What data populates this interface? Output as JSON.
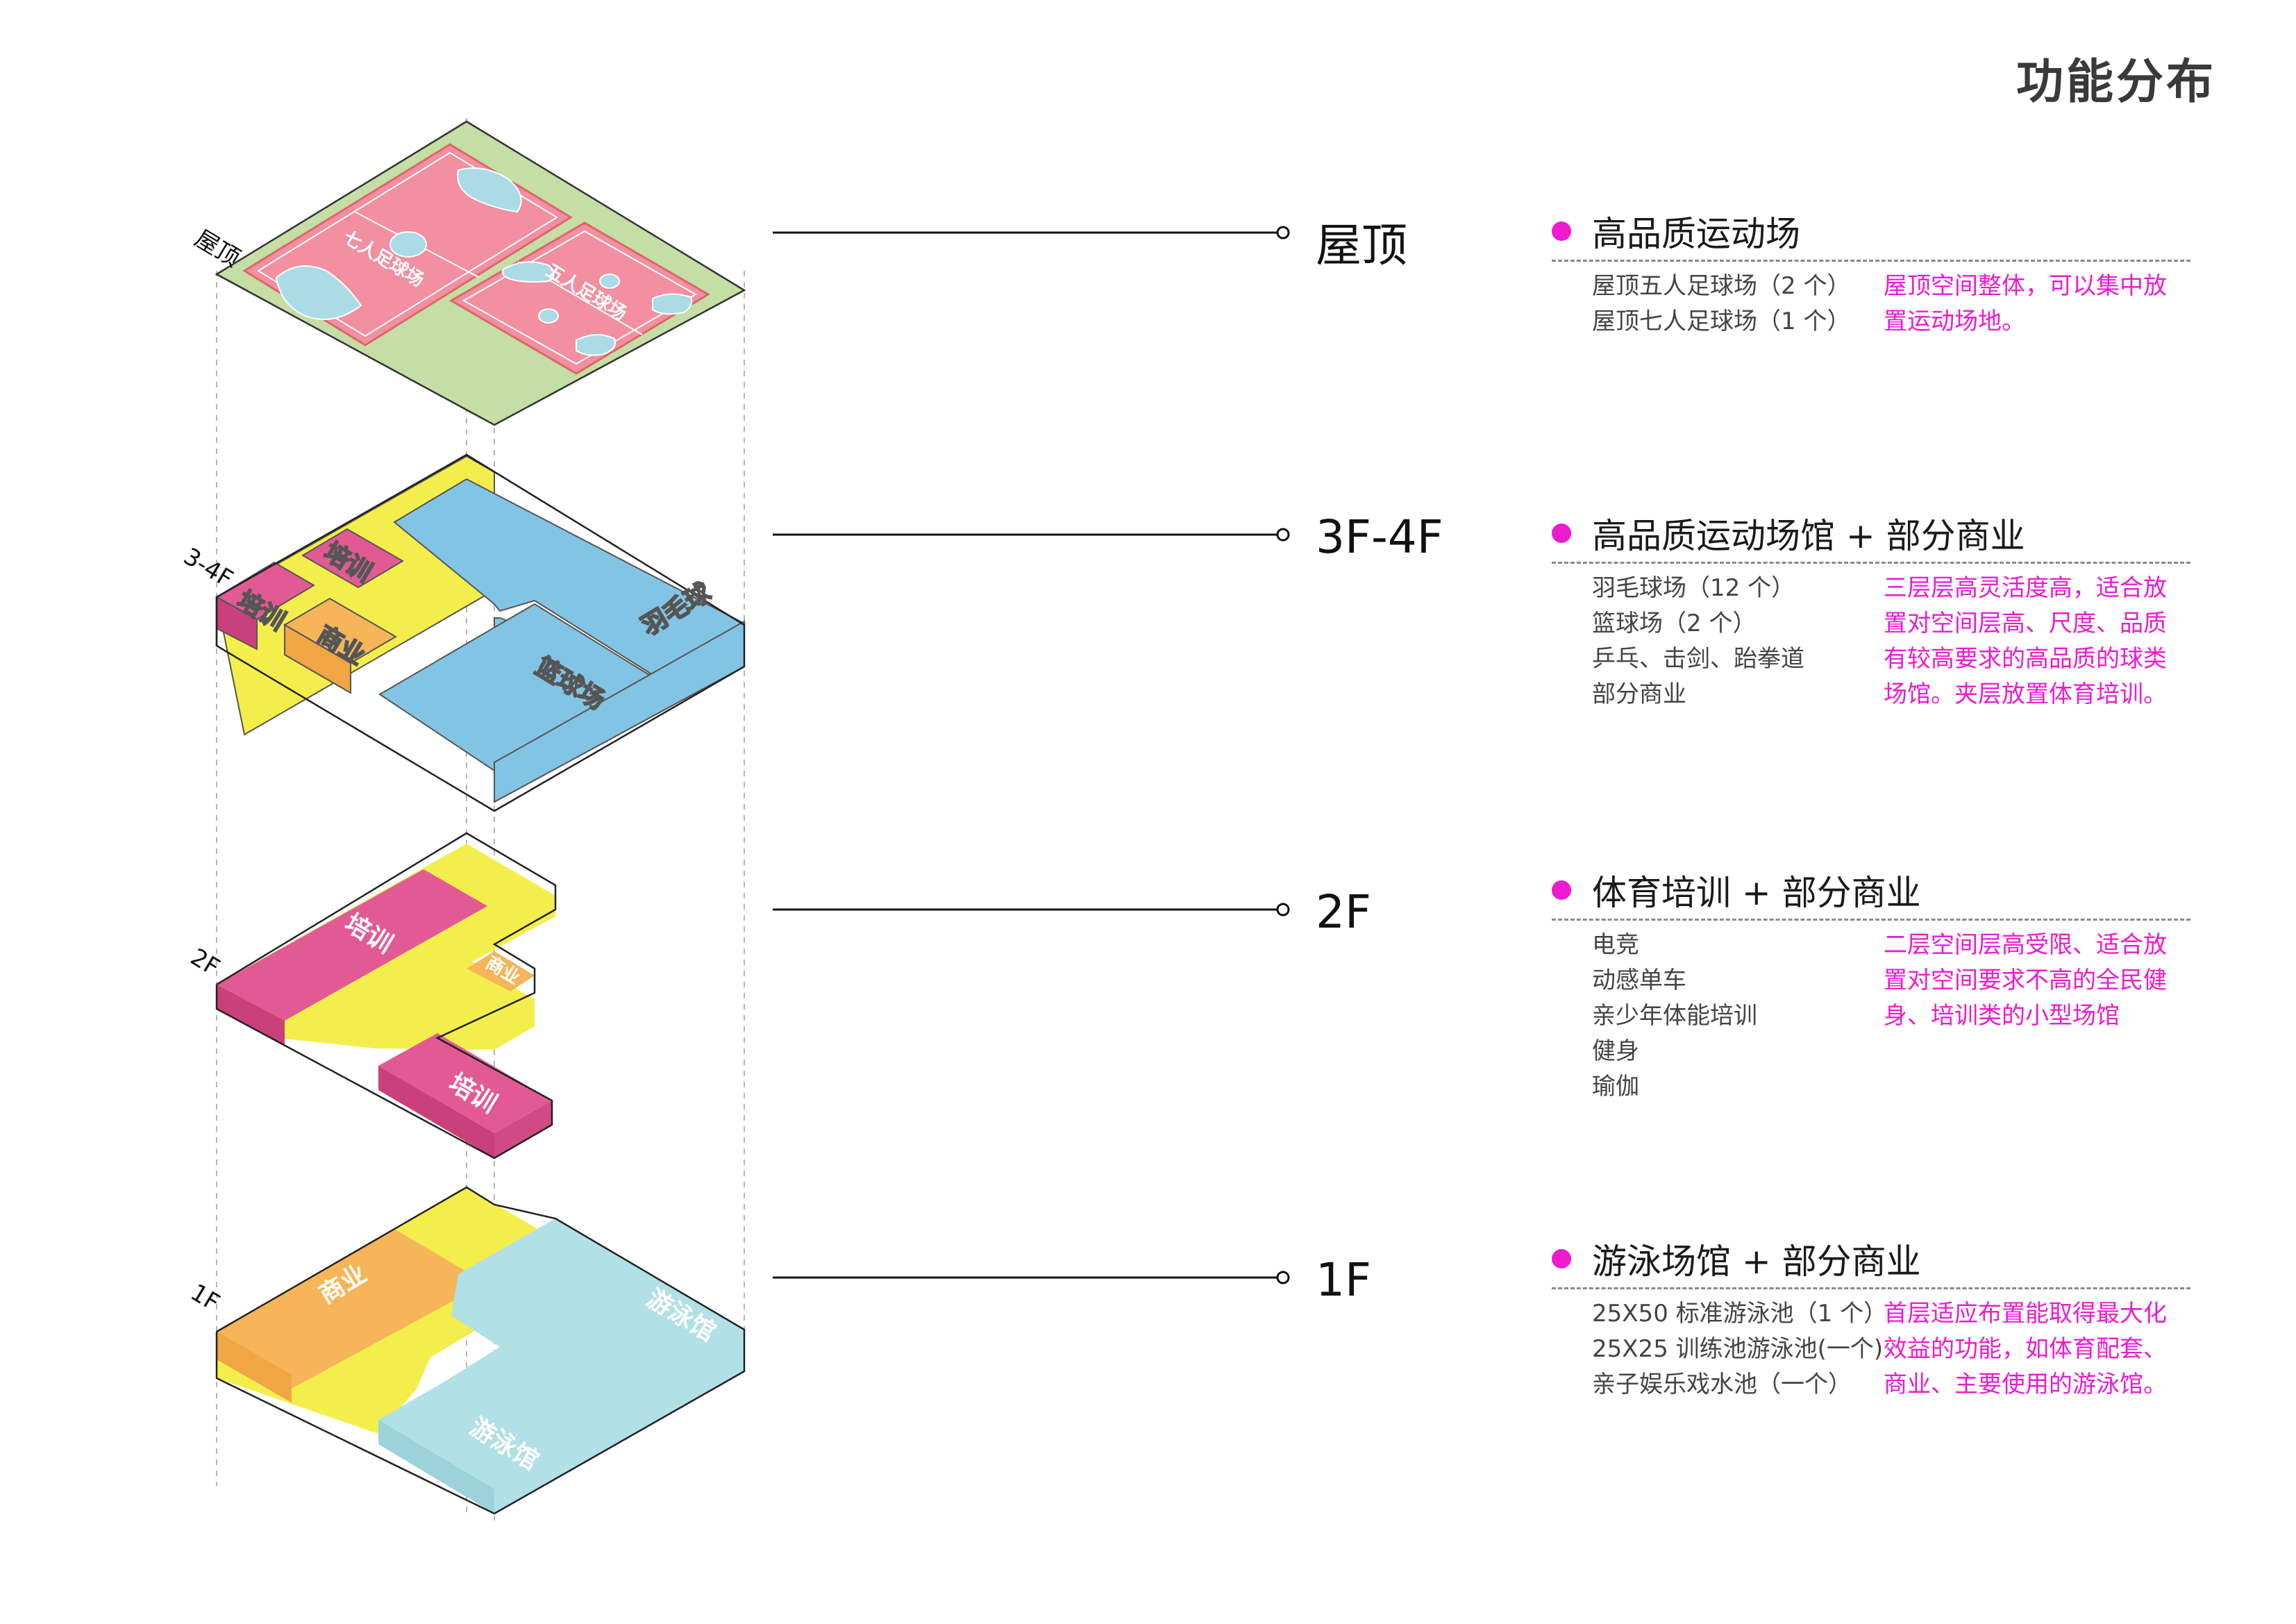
{
  "page": {
    "title": "功能分布"
  },
  "colors": {
    "accent": "#EE1AD0",
    "roof_green": "#C4DEA5",
    "pitch_pink": "#F28FA0",
    "court_blue": "#ABDCE6",
    "badminton_blue": "#82C4E3",
    "training_magenta": "#E25A94",
    "commercial_orange": "#F6B559",
    "circulation_yellow": "#F4EE4C",
    "pool_cyan": "#B1E0E6"
  },
  "layers": [
    {
      "side_label": "屋顶",
      "callout": "屋顶",
      "zones": [
        "七人足球场",
        "五人足球场"
      ]
    },
    {
      "side_label": "3-4F",
      "callout": "3F-4F",
      "zones": [
        "培训",
        "培训",
        "商业",
        "羽毛球",
        "篮球场"
      ]
    },
    {
      "side_label": "2F",
      "callout": "2F",
      "zones": [
        "培训",
        "商业",
        "培训"
      ]
    },
    {
      "side_label": "1F",
      "callout": "1F",
      "zones": [
        "商业",
        "游泳馆",
        "游泳馆"
      ]
    }
  ],
  "sections": [
    {
      "heading": "高品质运动场",
      "items": [
        "屋顶五人足球场（2 个）",
        "屋顶七人足球场（1 个）"
      ],
      "desc": [
        "屋顶空间整体，可以集中放",
        "置运动场地。"
      ]
    },
    {
      "heading": "高品质运动场馆 + 部分商业",
      "items": [
        "羽毛球场（12 个）",
        "篮球场（2 个）",
        "乒乓、击剑、跆拳道",
        "部分商业"
      ],
      "desc": [
        "三层层高灵活度高，适合放",
        "置对空间层高、尺度、品质",
        "有较高要求的高品质的球类",
        "场馆。夹层放置体育培训。"
      ]
    },
    {
      "heading": "体育培训 + 部分商业",
      "items": [
        "电竞",
        "动感单车",
        "亲少年体能培训",
        "健身",
        "瑜伽"
      ],
      "desc": [
        "二层空间层高受限、适合放",
        "置对空间要求不高的全民健",
        "身、培训类的小型场馆"
      ]
    },
    {
      "heading": "游泳场馆 + 部分商业",
      "items": [
        "25X50 标准游泳池（1 个）",
        "25X25 训练池游泳池(一个)",
        "亲子娱乐戏水池（一个）"
      ],
      "desc": [
        "首层适应布置能取得最大化",
        "效益的功能，如体育配套、",
        "商业、主要使用的游泳馆。"
      ]
    }
  ]
}
